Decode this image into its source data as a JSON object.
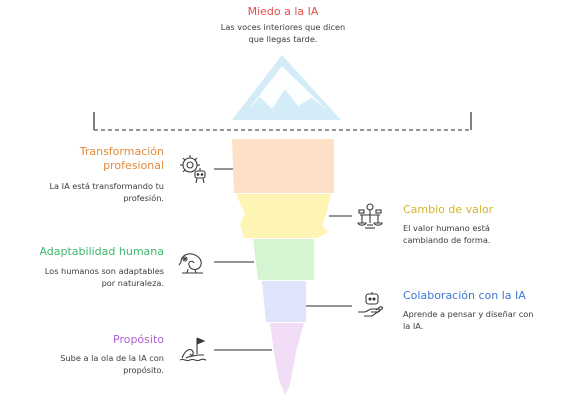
{
  "top": {
    "title": "Miedo a la IA",
    "desc_line1": "Las voces interiores que dicen",
    "desc_line2": "que llegas tarde."
  },
  "items": [
    {
      "id": "transformacion",
      "title_line1": "Transformación",
      "title_line2": "profesional",
      "desc_line1": "La IA está transformando tu",
      "desc_line2": "profesión.",
      "icon": "gear-robot-icon",
      "color": "#e08a3c"
    },
    {
      "id": "cambio",
      "title_line1": "Cambio de valor",
      "desc_line1": "El valor humano está",
      "desc_line2": "cambiando de forma.",
      "icon": "balance-scale-icon",
      "color": "#d4b42a"
    },
    {
      "id": "adaptabilidad",
      "title_line1": "Adaptabilidad humana",
      "desc_line1": "Los humanos son adaptables",
      "desc_line2": "por naturaleza.",
      "icon": "chameleon-icon",
      "color": "#3bb86a"
    },
    {
      "id": "colaboracion",
      "title_line1": "Colaboración con la IA",
      "desc_line1": "Aprende a pensar y diseñar con",
      "desc_line2": "la IA.",
      "icon": "robot-hand-icon",
      "color": "#3b78d6"
    },
    {
      "id": "proposito",
      "title_line1": "Propósito",
      "desc_line1": "Sube a la ola de la IA con",
      "desc_line2": "propósito.",
      "icon": "wave-flag-icon",
      "color": "#b062d8"
    }
  ],
  "colors": {
    "top_title": "#e0504a",
    "iceberg_tip": "#d3ecf7",
    "layer_orange": "#fde0c6",
    "layer_yellow": "#fef4b4",
    "layer_green": "#d5f5d2",
    "layer_blue": "#dde4fb",
    "layer_purple": "#f2ddf6",
    "connector": "#2b2b2b"
  }
}
